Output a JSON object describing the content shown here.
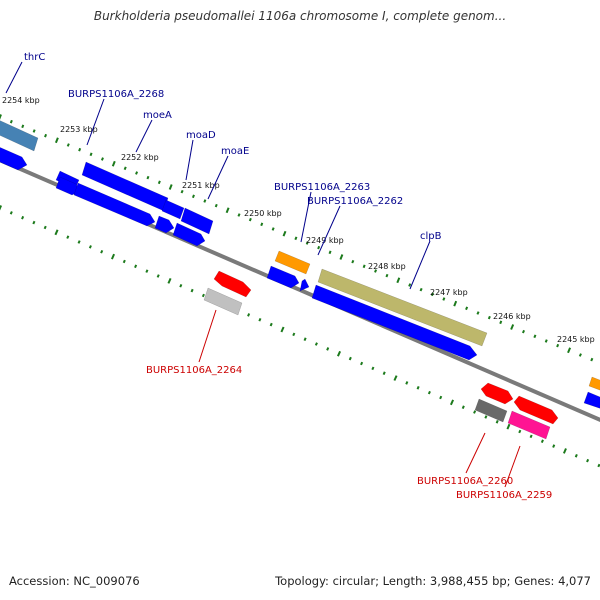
{
  "title": "Burkholderia pseudomallei 1106a chromosome I, complete genom...",
  "footer": {
    "accession": "Accession: NC_009076",
    "summary": "Topology: circular; Length: 3,988,455 bp; Genes: 4,077"
  },
  "colors": {
    "backbone": "#7a7a7a",
    "tick_dot": "#1c7a1c",
    "label_blue": "#00008b",
    "label_red": "#cc0000",
    "gene_blue": "#0000ff",
    "gene_steel": "#4682b4",
    "gene_orange": "#ff9900",
    "gene_olive": "#bdb76b",
    "gene_red": "#ff0000",
    "gene_silver": "#c0c0c0",
    "gene_gray": "#696969",
    "gene_pink": "#ff1493"
  },
  "scale": {
    "tick_labels": [
      "2254 kbp",
      "2253 kbp",
      "2252 kbp",
      "2251 kbp",
      "2250 kbp",
      "2249 kbp",
      "2248 kbp",
      "2247 kbp",
      "2246 kbp",
      "2245 kbp"
    ]
  },
  "gene_labels": {
    "thrC": "thrC",
    "burps_2268": "BURPS1106A_2268",
    "moeA": "moeA",
    "moaD": "moaD",
    "moaE": "moaE",
    "burps_2263": "BURPS1106A_2263",
    "burps_2262": "BURPS1106A_2262",
    "clpB": "clpB",
    "burps_2264": "BURPS1106A_2264",
    "burps_2260": "BURPS1106A_2260",
    "burps_2259": "BURPS1106A_2259"
  }
}
